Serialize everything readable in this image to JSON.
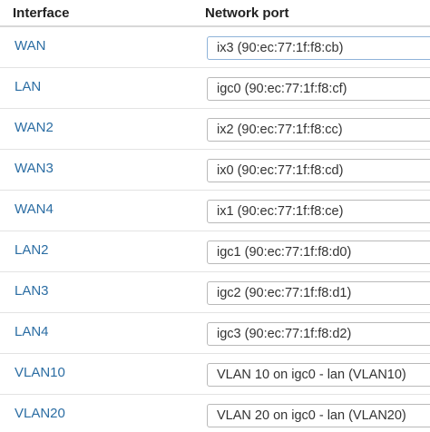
{
  "table": {
    "headers": {
      "interface": "Interface",
      "network_port": "Network port"
    },
    "rows": [
      {
        "interface": "WAN",
        "port": "ix3 (90:ec:77:1f:f8:cb)"
      },
      {
        "interface": "LAN",
        "port": "igc0 (90:ec:77:1f:f8:cf)"
      },
      {
        "interface": "WAN2",
        "port": "ix2 (90:ec:77:1f:f8:cc)"
      },
      {
        "interface": "WAN3",
        "port": "ix0 (90:ec:77:1f:f8:cd)"
      },
      {
        "interface": "WAN4",
        "port": "ix1 (90:ec:77:1f:f8:ce)"
      },
      {
        "interface": "LAN2",
        "port": "igc1 (90:ec:77:1f:f8:d0)"
      },
      {
        "interface": "LAN3",
        "port": "igc2 (90:ec:77:1f:f8:d1)"
      },
      {
        "interface": "LAN4",
        "port": "igc3 (90:ec:77:1f:f8:d2)"
      },
      {
        "interface": "VLAN10",
        "port": "VLAN 10 on igc0 - lan (VLAN10)"
      },
      {
        "interface": "VLAN20",
        "port": "VLAN 20 on igc0 - lan (VLAN20)"
      }
    ]
  },
  "colors": {
    "link": "#2b6da3",
    "header_text": "#222222",
    "select_border": "#b9b9b9"
  }
}
